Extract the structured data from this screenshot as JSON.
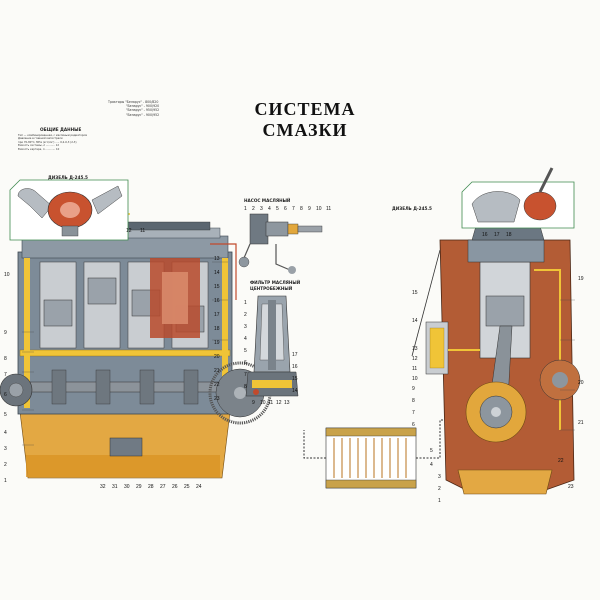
{
  "title": "СИСТЕМА СМАЗКИ",
  "tractors": [
    "Тракторы \"Беларус\" - 800/820",
    "\"Беларус\" - 900/920",
    "\"Беларус\" - 950/952",
    "\"Беларус\" - 900/952"
  ],
  "general_title": "ОБЩИЕ ДАННЫЕ",
  "general_data": [
    "Тип — комбинированная, с масляным радиатором",
    "Давление в главной магистрали",
    "при 70-80°С, МПа (кгс/см²) ..... 0,2-0,3 (2-3)",
    "Емкость системы, л ........... 12",
    "Емкость картера, л ............ 10"
  ],
  "labels": {
    "diesel_left": "ДИЗЕЛЬ Д-245.5",
    "pump": "НАСОС МАСЛЯНЫЙ",
    "filter_a": "ФИЛЬТР МАСЛЯНЫЙ",
    "filter_b": "ЦЕНТРОБЕЖНЫЙ",
    "diesel_right": "ДИЗЕЛЬ Д-245.5"
  },
  "numbers_left": [
    "8",
    "7",
    "6",
    "5",
    "4",
    "3",
    "2",
    "1",
    "9",
    "10"
  ],
  "numbers_bottom_left": [
    "32",
    "31",
    "30",
    "29",
    "28",
    "27",
    "26",
    "25",
    "24"
  ],
  "numbers_left_top": [
    "12",
    "11"
  ],
  "numbers_mid": [
    "13",
    "14",
    "15",
    "16",
    "17",
    "18",
    "19",
    "20",
    "21",
    "22",
    "23"
  ],
  "numbers_pump": [
    "1",
    "2",
    "3",
    "4",
    "5",
    "6",
    "7",
    "8",
    "9",
    "10",
    "11"
  ],
  "numbers_filter": [
    "1",
    "2",
    "3",
    "4",
    "5",
    "6",
    "7",
    "8",
    "9",
    "10",
    "11",
    "12",
    "13",
    "14",
    "15",
    "16",
    "17"
  ],
  "numbers_right": [
    "16",
    "17",
    "18",
    "19",
    "20",
    "21",
    "22",
    "23",
    "15",
    "14",
    "13",
    "12",
    "11",
    "10",
    "9",
    "8",
    "7",
    "6",
    "5",
    "4",
    "3",
    "2",
    "1"
  ],
  "colors": {
    "oil": "#e8a92a",
    "block": "#6f7e8c",
    "block_dark": "#4c5864",
    "oil_red": "#c8442a",
    "water": "#4aa3c8",
    "accent_green": "#3f8a4f"
  }
}
